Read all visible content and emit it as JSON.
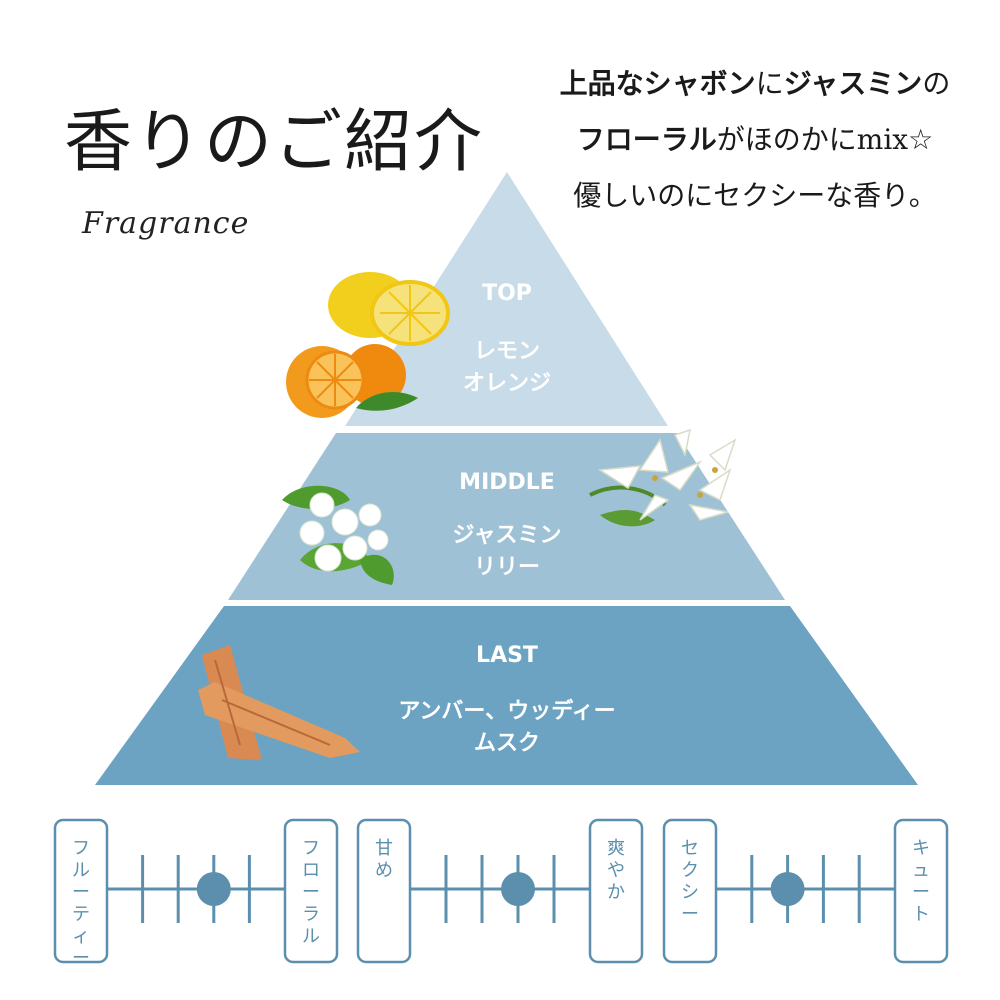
{
  "header": {
    "title": "香りのご紹介",
    "subtitle": "Fragrance",
    "tagline": [
      [
        {
          "t": "上品なシャボン",
          "b": true
        },
        {
          "t": "に",
          "b": false
        },
        {
          "t": "ジャスミン",
          "b": true
        },
        {
          "t": "の",
          "b": false
        }
      ],
      [
        {
          "t": "フローラル",
          "b": true
        },
        {
          "t": "がほのかにmix☆",
          "b": false
        }
      ],
      [
        {
          "t": "優しいのにセクシーな香り。",
          "b": false
        }
      ]
    ]
  },
  "pyramid": {
    "top": {
      "label": "TOP",
      "notes": [
        "レモン",
        "オレンジ"
      ]
    },
    "middle": {
      "label": "MIDDLE",
      "notes": [
        "ジャスミン",
        "リリー"
      ]
    },
    "last": {
      "label": "LAST",
      "notes": [
        "アンバー、ウッディー",
        "ムスク"
      ]
    }
  },
  "colors": {
    "top_tier": "#c7dce8",
    "middle_tier": "#9fc1d6",
    "last_tier": "#6ca3c2",
    "scale": "#5b8fad"
  },
  "scales": [
    {
      "left": "フルーティー",
      "right": "フローラル",
      "level": 0.75
    },
    {
      "left": "甘め",
      "right": "爽やか",
      "level": 0.75
    },
    {
      "left": "セクシー",
      "right": "キュート",
      "level": 0.5
    }
  ]
}
